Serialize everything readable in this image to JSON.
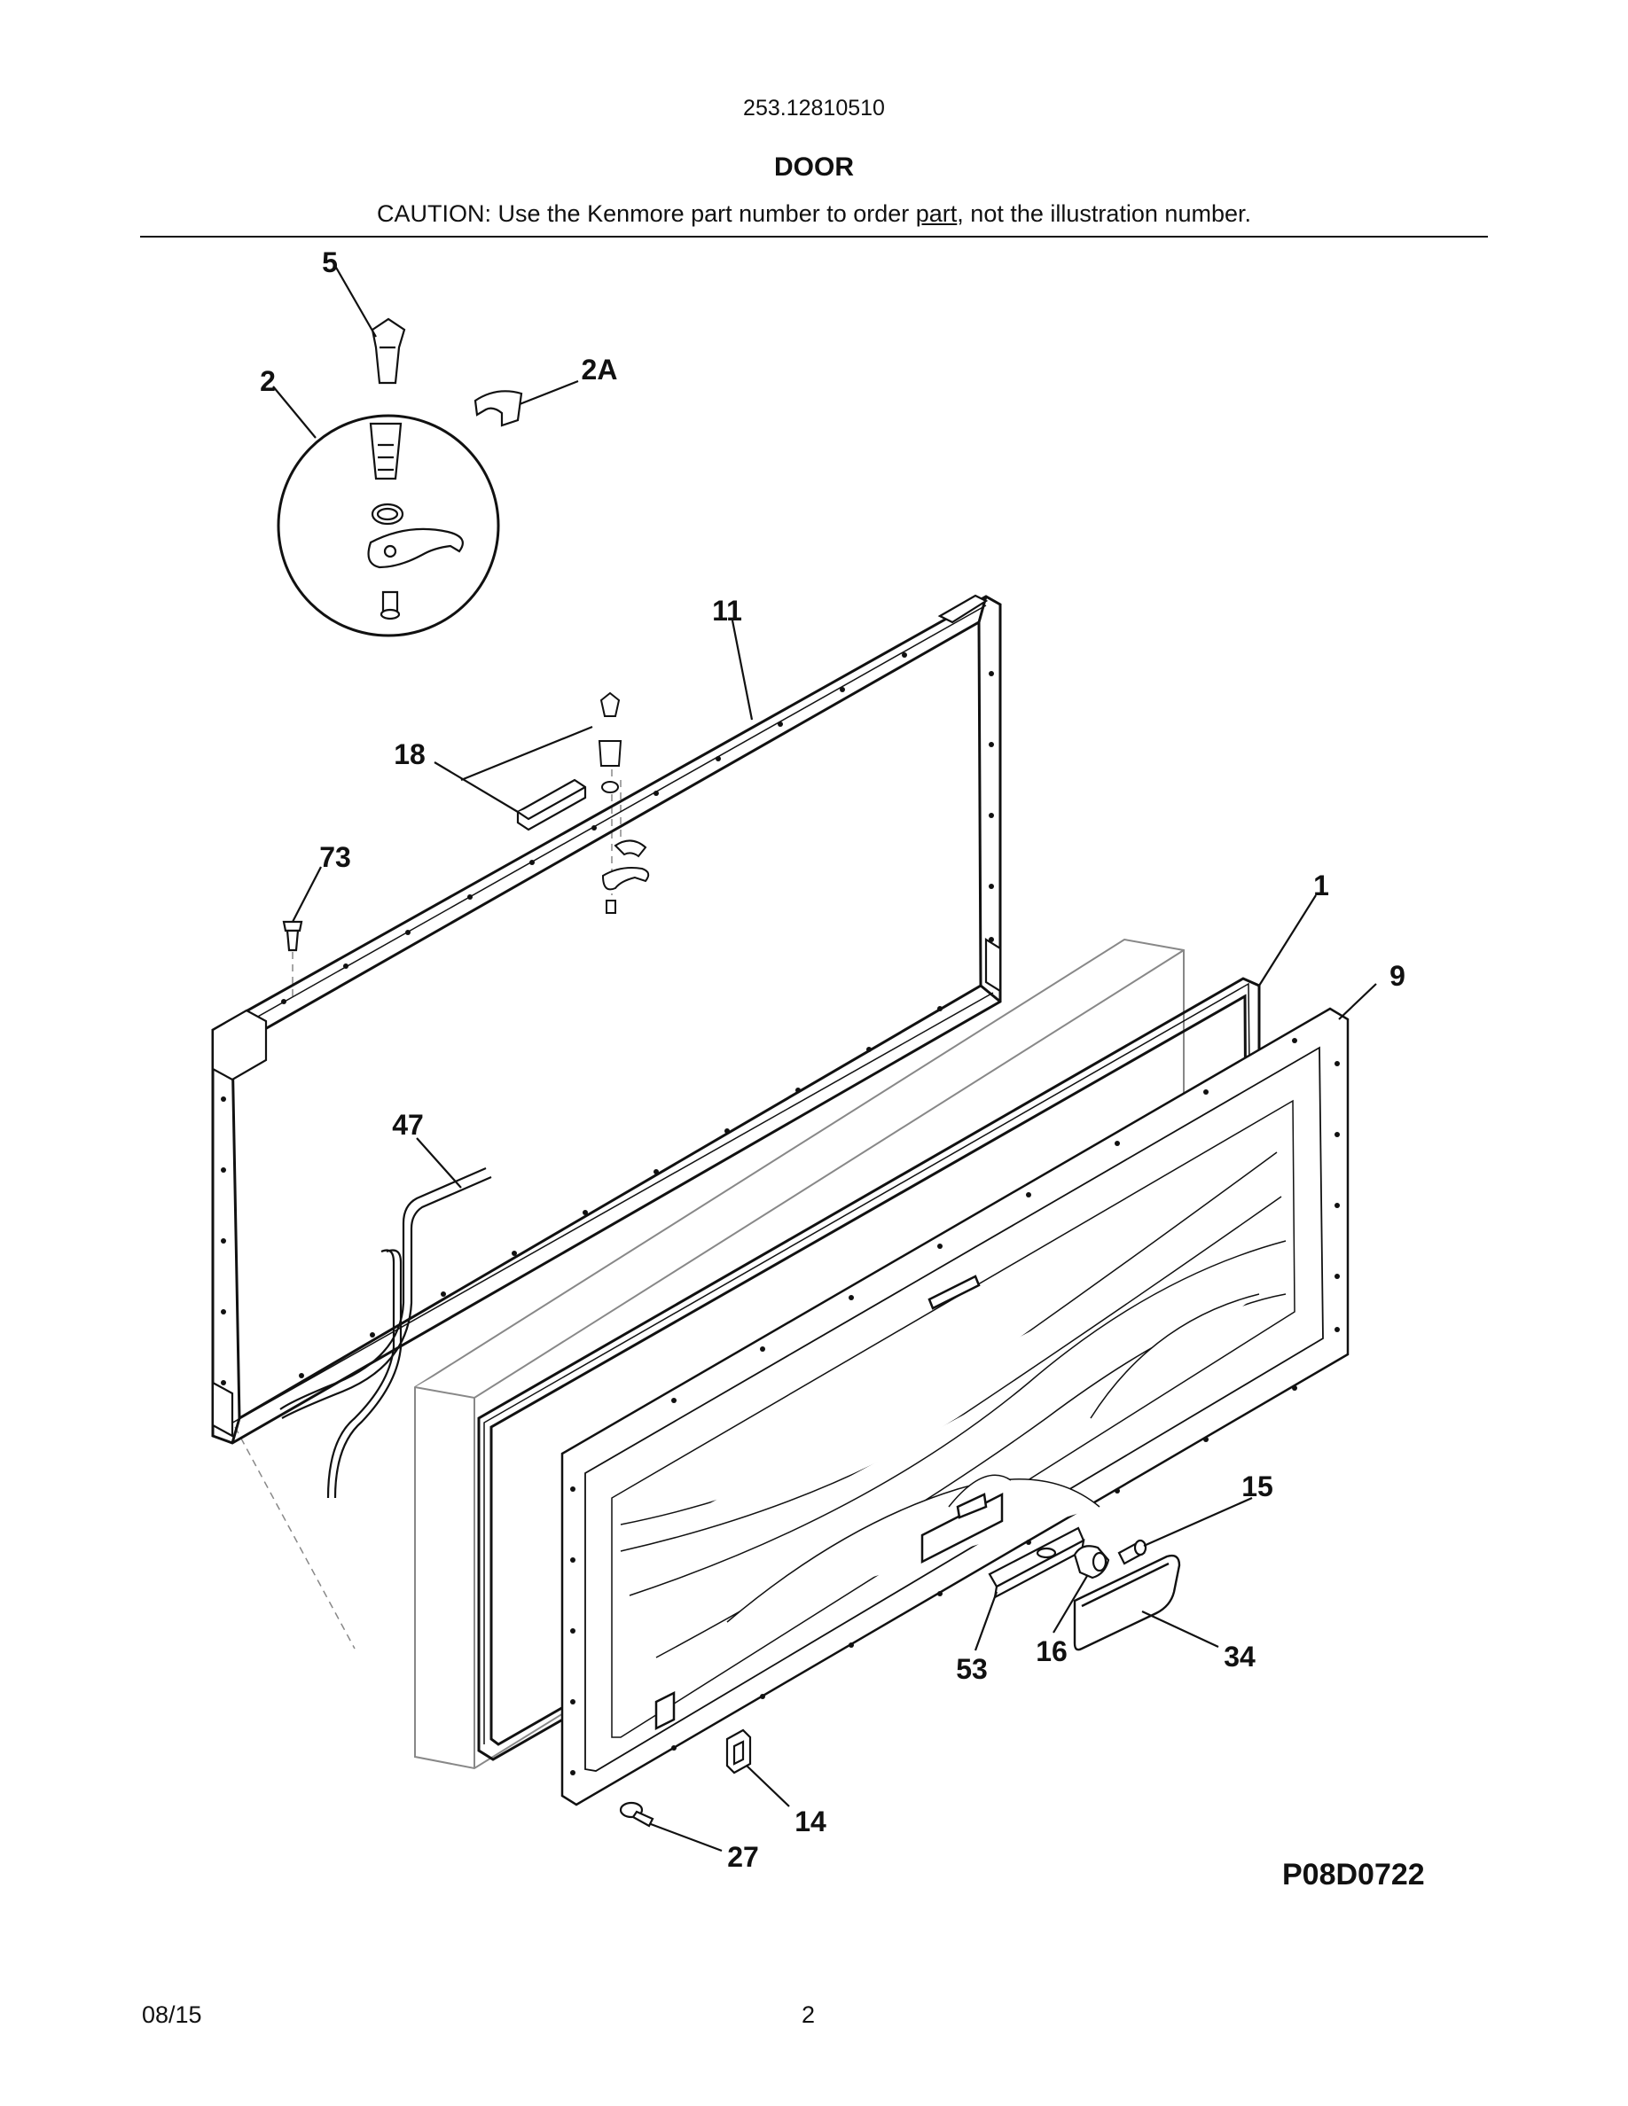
{
  "header": {
    "model_number": "253.12810510",
    "section_title": "DOOR",
    "caution_before": "CAUTION: Use the Kenmore part number to order ",
    "caution_link": "part",
    "caution_after": ", not the illustration number."
  },
  "callouts": {
    "c5": "5",
    "c2": "2",
    "c2A": "2A",
    "c11": "11",
    "c18": "18",
    "c73": "73",
    "c1": "1",
    "c9": "9",
    "c47": "47",
    "c15": "15",
    "c53": "53",
    "c16": "16",
    "c34": "34",
    "c14": "14",
    "c27": "27"
  },
  "footer": {
    "diagram_code": "P08D0722",
    "date": "08/15",
    "page_number": "2"
  }
}
